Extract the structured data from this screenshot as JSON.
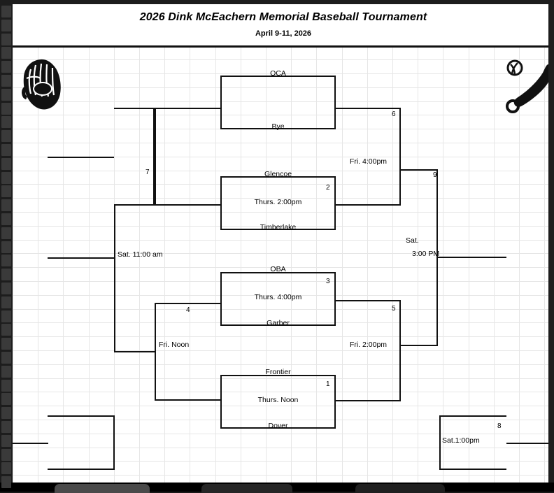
{
  "header": {
    "title": "2026 Dink McEachern Memorial Baseball Tournament",
    "subtitle": "April 9-11, 2026"
  },
  "icons": {
    "glove": "baseball-glove-icon",
    "bat": "baseball-bat-and-ball-icon"
  },
  "bracket": {
    "games": [
      {
        "id": "g2",
        "number": "2",
        "time": "Thurs. 2:00pm",
        "top_team": "Glencoe",
        "bottom_team": "Timberlake"
      },
      {
        "id": "g6",
        "number": "6",
        "time": "Fri. 4:00pm",
        "top_team": "OCA",
        "bottom_team": "Bye"
      },
      {
        "id": "g3",
        "number": "3",
        "time": "Thurs. 4:00pm",
        "top_team": "OBA",
        "bottom_team": "Garber"
      },
      {
        "id": "g1",
        "number": "1",
        "time": "Thurs. Noon",
        "top_team": "Frontier",
        "bottom_team": "Dover"
      },
      {
        "id": "g5",
        "number": "5",
        "time": "Fri. 2:00pm",
        "top_team": "",
        "bottom_team": ""
      },
      {
        "id": "g4",
        "number": "4",
        "time": "Fri. Noon",
        "top_team": "",
        "bottom_team": ""
      },
      {
        "id": "g7",
        "number": "7",
        "time": "Sat. 11:00 am",
        "top_team": "",
        "bottom_team": ""
      },
      {
        "id": "g9",
        "number": "9",
        "time_line1": "Sat.",
        "time_line2": "3:00 PM",
        "top_team": "",
        "bottom_team": ""
      },
      {
        "id": "g8",
        "number": "8",
        "time": "Sat.1:00pm",
        "top_team": "",
        "bottom_team": ""
      }
    ]
  },
  "labels": {
    "oca": "OCA",
    "bye": "Bye",
    "glencoe": "Glencoe",
    "timberlake": "Timberlake",
    "oba": "OBA",
    "garber": "Garber",
    "frontier": "Frontier",
    "dover": "Dover",
    "g1_time": "Thurs. Noon",
    "g2_time": "Thurs. 2:00pm",
    "g3_time": "Thurs. 4:00pm",
    "g4_time": "Fri. Noon",
    "g5_time": "Fri. 2:00pm",
    "g6_time": "Fri. 4:00pm",
    "g7_time": "Sat. 11:00 am",
    "g8_time": "Sat.1:00pm",
    "g9_time_a": "Sat.",
    "g9_time_b": "3:00 PM",
    "n1": "1",
    "n2": "2",
    "n3": "3",
    "n4": "4",
    "n5": "5",
    "n6": "6",
    "n7": "7",
    "n8": "8",
    "n9": "9"
  }
}
